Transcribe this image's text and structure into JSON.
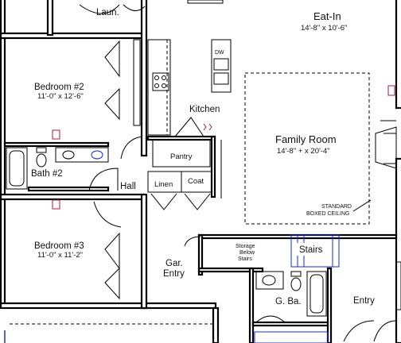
{
  "rooms": {
    "laundry": {
      "name": "Laun."
    },
    "eat_in": {
      "name": "Eat-In",
      "dims": "14'-8\" x 10'-6\""
    },
    "bedroom2": {
      "name": "Bedroom #2",
      "dims": "11'-0\" x 12'-6\""
    },
    "kitchen": {
      "name": "Kitchen"
    },
    "dishwasher": {
      "name": "DW"
    },
    "family_room": {
      "name": "Family Room",
      "dims": "14'-8\" + x 20'-4\""
    },
    "pantry": {
      "name": "Pantry"
    },
    "bath2": {
      "name": "Bath #2"
    },
    "hall": {
      "name": "Hall"
    },
    "linen": {
      "name": "Linen"
    },
    "coat": {
      "name": "Coat"
    },
    "bedroom3": {
      "name": "Bedroom #3",
      "dims": "11'-0\" x 11'-2\""
    },
    "garage_entry": {
      "line1": "Gar.",
      "line2": "Entry"
    },
    "storage": {
      "line1": "Storage",
      "line2": "Below",
      "line3": "Stairs"
    },
    "stairs": {
      "name": "Stairs"
    },
    "guest_bath": {
      "name": "G. Ba."
    },
    "entry": {
      "name": "Entry"
    }
  },
  "notes": {
    "ceiling_line1": "STANDARD",
    "ceiling_line2": "BOXED CEILING"
  },
  "colors": {
    "walls": "#000000",
    "electrical": "#b0173a",
    "stairs": "#1a2bd8"
  }
}
